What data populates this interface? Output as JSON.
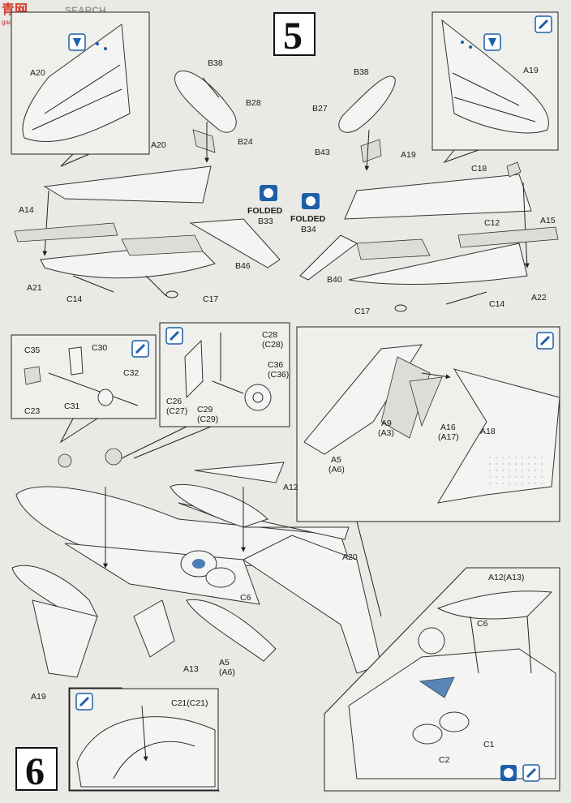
{
  "watermark": {
    "logo": "青网",
    "site": "SEARCH",
    "url": "gao.bb.cn"
  },
  "steps": {
    "step5": "5",
    "step6": "6"
  },
  "notes": {
    "folded_a": "FOLDED",
    "folded_b": "FOLDED"
  },
  "labels": {
    "a20_inset": "A20",
    "a19_inset": "A19",
    "b38_l": "B38",
    "b28": "B28",
    "b24": "B24",
    "b38_r": "B38",
    "b27": "B27",
    "b43": "B43",
    "a20_top": "A20",
    "a19_top": "A19",
    "c18": "C18",
    "b33": "B33",
    "b34": "B34",
    "a14": "A14",
    "a15": "A15",
    "c12": "C12",
    "b46": "B46",
    "b40": "B40",
    "a21": "A21",
    "c14_l": "C14",
    "c17_l": "C17",
    "a22": "A22",
    "c17_r": "C17",
    "c14_r": "C14",
    "c35": "C35",
    "c30": "C30",
    "c32": "C32",
    "c23": "C23",
    "c31": "C31",
    "c28": "C28",
    "c28p": "(C28)",
    "c36": "C36",
    "c36p": "(C36)",
    "c26": "C26",
    "c26p": "(C27)",
    "c29": "C29",
    "c29p": "(C29)",
    "a9": "A9",
    "a9p": "(A3)",
    "a16": "A16",
    "a16p": "(A17)",
    "a5_top": "A5",
    "a5_topp": "(A6)",
    "a18": "A18",
    "a12": "A12",
    "a20_main": "A20",
    "c6_main": "C6",
    "a13": "A13",
    "a5_main": "A5",
    "a5_mainp": "(A6)",
    "a19_bot": "A19",
    "a12a13": "A12(A13)",
    "c6_det": "C6",
    "c1": "C1",
    "c2": "C2",
    "c21": "C21(C21)"
  },
  "icons": {
    "paint_icon": "paint-drop-icon",
    "glue_icon": "cement-tube-icon",
    "choice_icon": "option-choice-icon"
  },
  "colors": {
    "accent": "#1f5fa8",
    "paper": "#e9e9e6",
    "line": "#222222",
    "badge_bg": "#ffffff"
  }
}
